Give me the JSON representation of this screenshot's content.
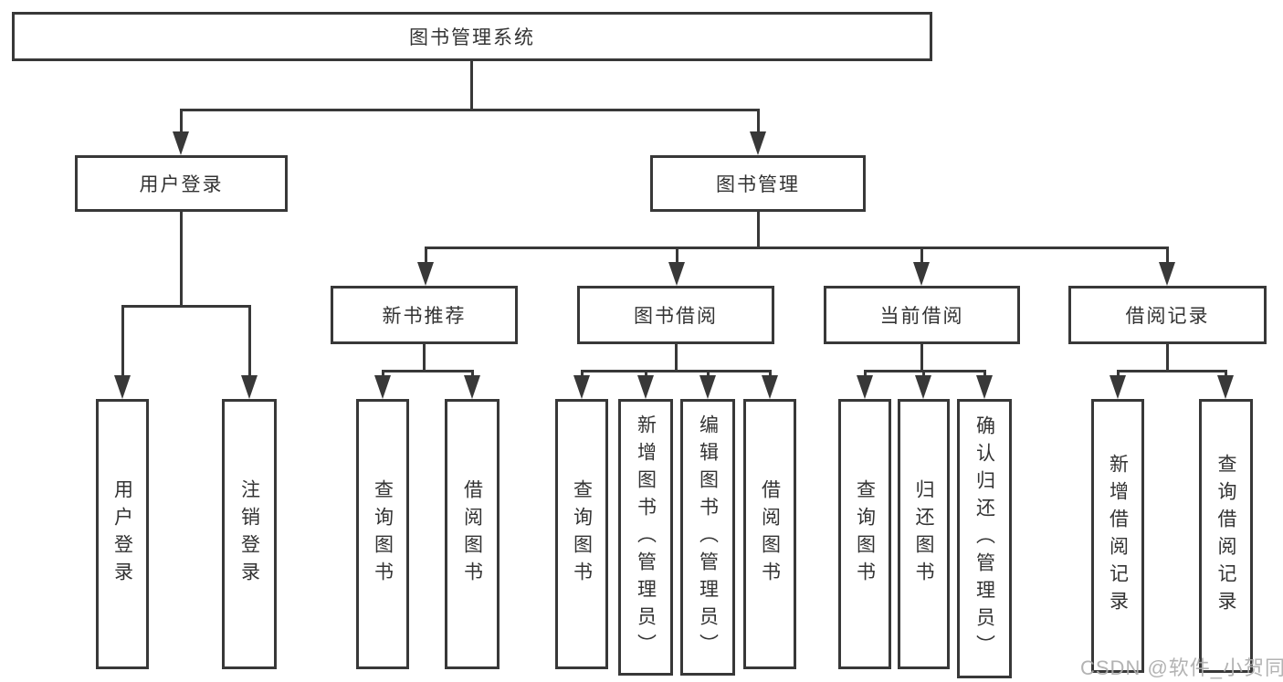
{
  "diagram": {
    "root": {
      "label": "图书管理系统"
    },
    "branches": {
      "user_login": {
        "label": "用户登录",
        "children": [
          {
            "label": "用户登录"
          },
          {
            "label": "注销登录"
          }
        ]
      },
      "book_management": {
        "label": "图书管理",
        "children": [
          {
            "label": "新书推荐",
            "children": [
              {
                "label": "查询图书"
              },
              {
                "label": "借阅图书"
              }
            ]
          },
          {
            "label": "图书借阅",
            "children": [
              {
                "label": "查询图书"
              },
              {
                "label": "新增图书（管理员）"
              },
              {
                "label": "编辑图书（管理员）"
              },
              {
                "label": "借阅图书"
              }
            ]
          },
          {
            "label": "当前借阅",
            "children": [
              {
                "label": "查询图书"
              },
              {
                "label": "归还图书"
              },
              {
                "label": "确认归还（管理员）"
              }
            ]
          },
          {
            "label": "借阅记录",
            "children": [
              {
                "label": "新增借阅记录"
              },
              {
                "label": "查询借阅记录"
              }
            ]
          }
        ]
      }
    },
    "watermark": "CSDN @软件_小贺同学",
    "colors": {
      "line": "#383838",
      "text": "#333333",
      "box_background": "#ffffff",
      "page_background": "#ffffff",
      "watermark": "#acacac"
    }
  }
}
